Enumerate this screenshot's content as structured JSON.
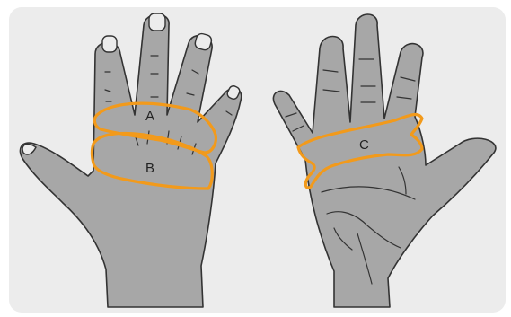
{
  "diagram": {
    "labels": {
      "a": "A",
      "b": "B",
      "c": "C"
    },
    "colors": {
      "background": "#ececec",
      "skin": "#a7a7a7",
      "outline": "#333333",
      "measure_band": "#f29a1b"
    }
  }
}
